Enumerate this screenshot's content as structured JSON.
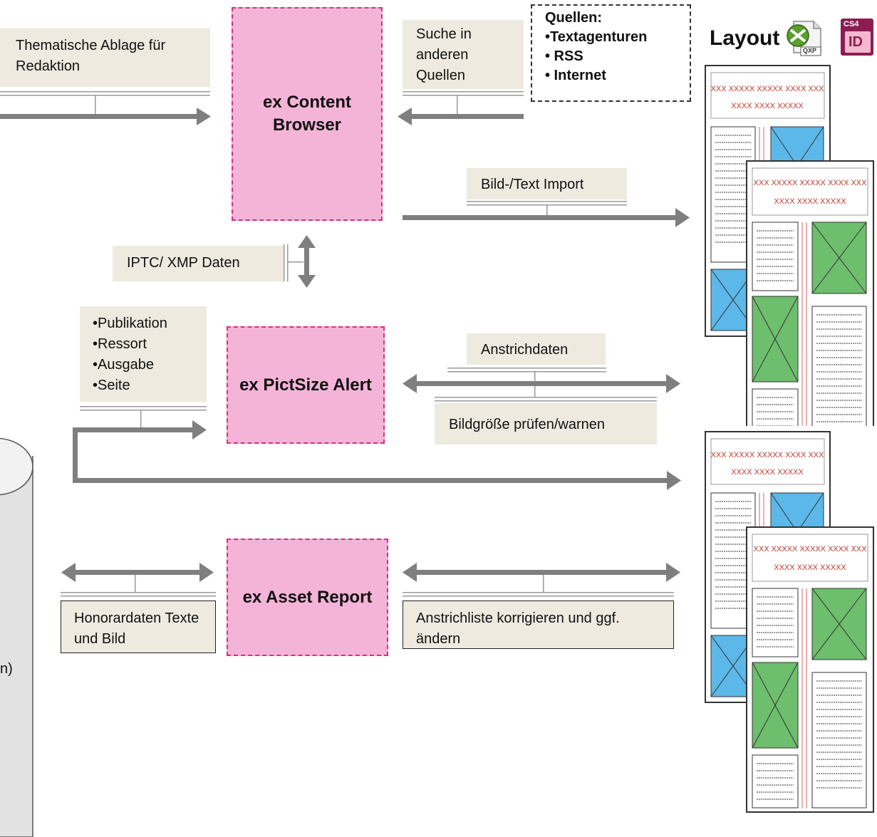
{
  "modules": {
    "content_browser": "ex Content Browser",
    "pictsize_alert": "ex PictSize Alert",
    "asset_report": "ex Asset Report"
  },
  "labels": {
    "thematic_storage": "Thematische Ablage für Redaktion",
    "search_sources": "Suche in anderen Quellen",
    "image_text_import": "Bild-/Text Import",
    "iptc_xmp": "IPTC/ XMP Daten",
    "anstrich_data": "Anstrichdaten",
    "image_size_check": "Bildgröße prüfen/warnen",
    "fee_data": "Honorardaten Texte und Bild",
    "anstrich_list": "Anstrichliste korrigieren und ggf. ändern",
    "side_fragment": "n)"
  },
  "publication_list": [
    "•Publikation",
    "•Ressort",
    "•Ausgabe",
    "•Seite"
  ],
  "sources": {
    "title": "Quellen:",
    "items": [
      "•Textagenturen",
      "• RSS",
      "• Internet"
    ]
  },
  "layout": {
    "title": "Layout",
    "qxp_badge": "QXP",
    "cs4_badge": "CS4",
    "id_badge": "ID"
  },
  "page_mock": {
    "headline_1": "XXX XXXXX XXXXX XXXX   XXX",
    "headline_2": "XXXX XXXX  XXXXX"
  },
  "colors": {
    "module_fill": "#f4b4d8",
    "module_border": "#d2317f",
    "label_fill": "#eeeae0",
    "arrow": "#7f7f7f",
    "page_placeholder_blue": "#5bb8e8",
    "page_placeholder_green": "#6dbe6d",
    "page_headline_red": "#c0392b"
  }
}
